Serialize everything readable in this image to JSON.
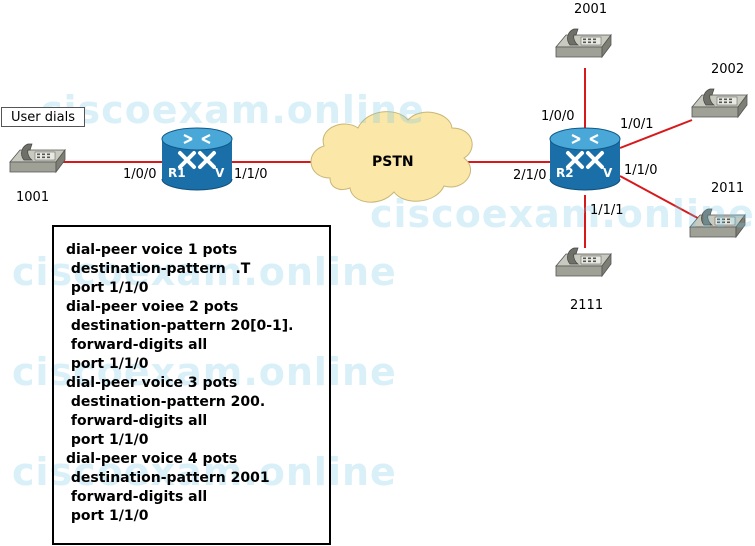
{
  "user_dials": "User dials",
  "cloud_label": "PSTN",
  "routers": {
    "r1": "R1",
    "r2": "R2",
    "voice_mark": "V"
  },
  "phones": {
    "p1001": "1001",
    "p2001": "2001",
    "p2002": "2002",
    "p2011": "2011",
    "p2111": "2111"
  },
  "ports": {
    "r1_left": "1/0/0",
    "r1_right": "1/1/0",
    "r2_left": "2/1/0",
    "r2_top": "1/0/0",
    "r2_upper_right": "1/0/1",
    "r2_lower_right": "1/1/0",
    "r2_bottom": "1/1/1"
  },
  "config_lines": [
    "dial-peer voice 1 pots",
    " destination-pattern  .T",
    " port 1/1/0",
    "dial-peer voiee 2 pots",
    " destination-pattern 20[0-1].",
    " forward-digits all",
    " port 1/1/0",
    "dial-peer voice 3 pots",
    " destination-pattern 200.",
    " forward-digits all",
    " port 1/1/0",
    "dial-peer voice 4 pots",
    " destination-pattern 2001",
    " forward-digits all",
    " port 1/1/0"
  ],
  "watermark": "ciscoexam.online",
  "colors": {
    "link": "#d7191c",
    "router": "#1a7fb8",
    "cloud": "#fbe7a8",
    "phone": "#8a8c82"
  }
}
